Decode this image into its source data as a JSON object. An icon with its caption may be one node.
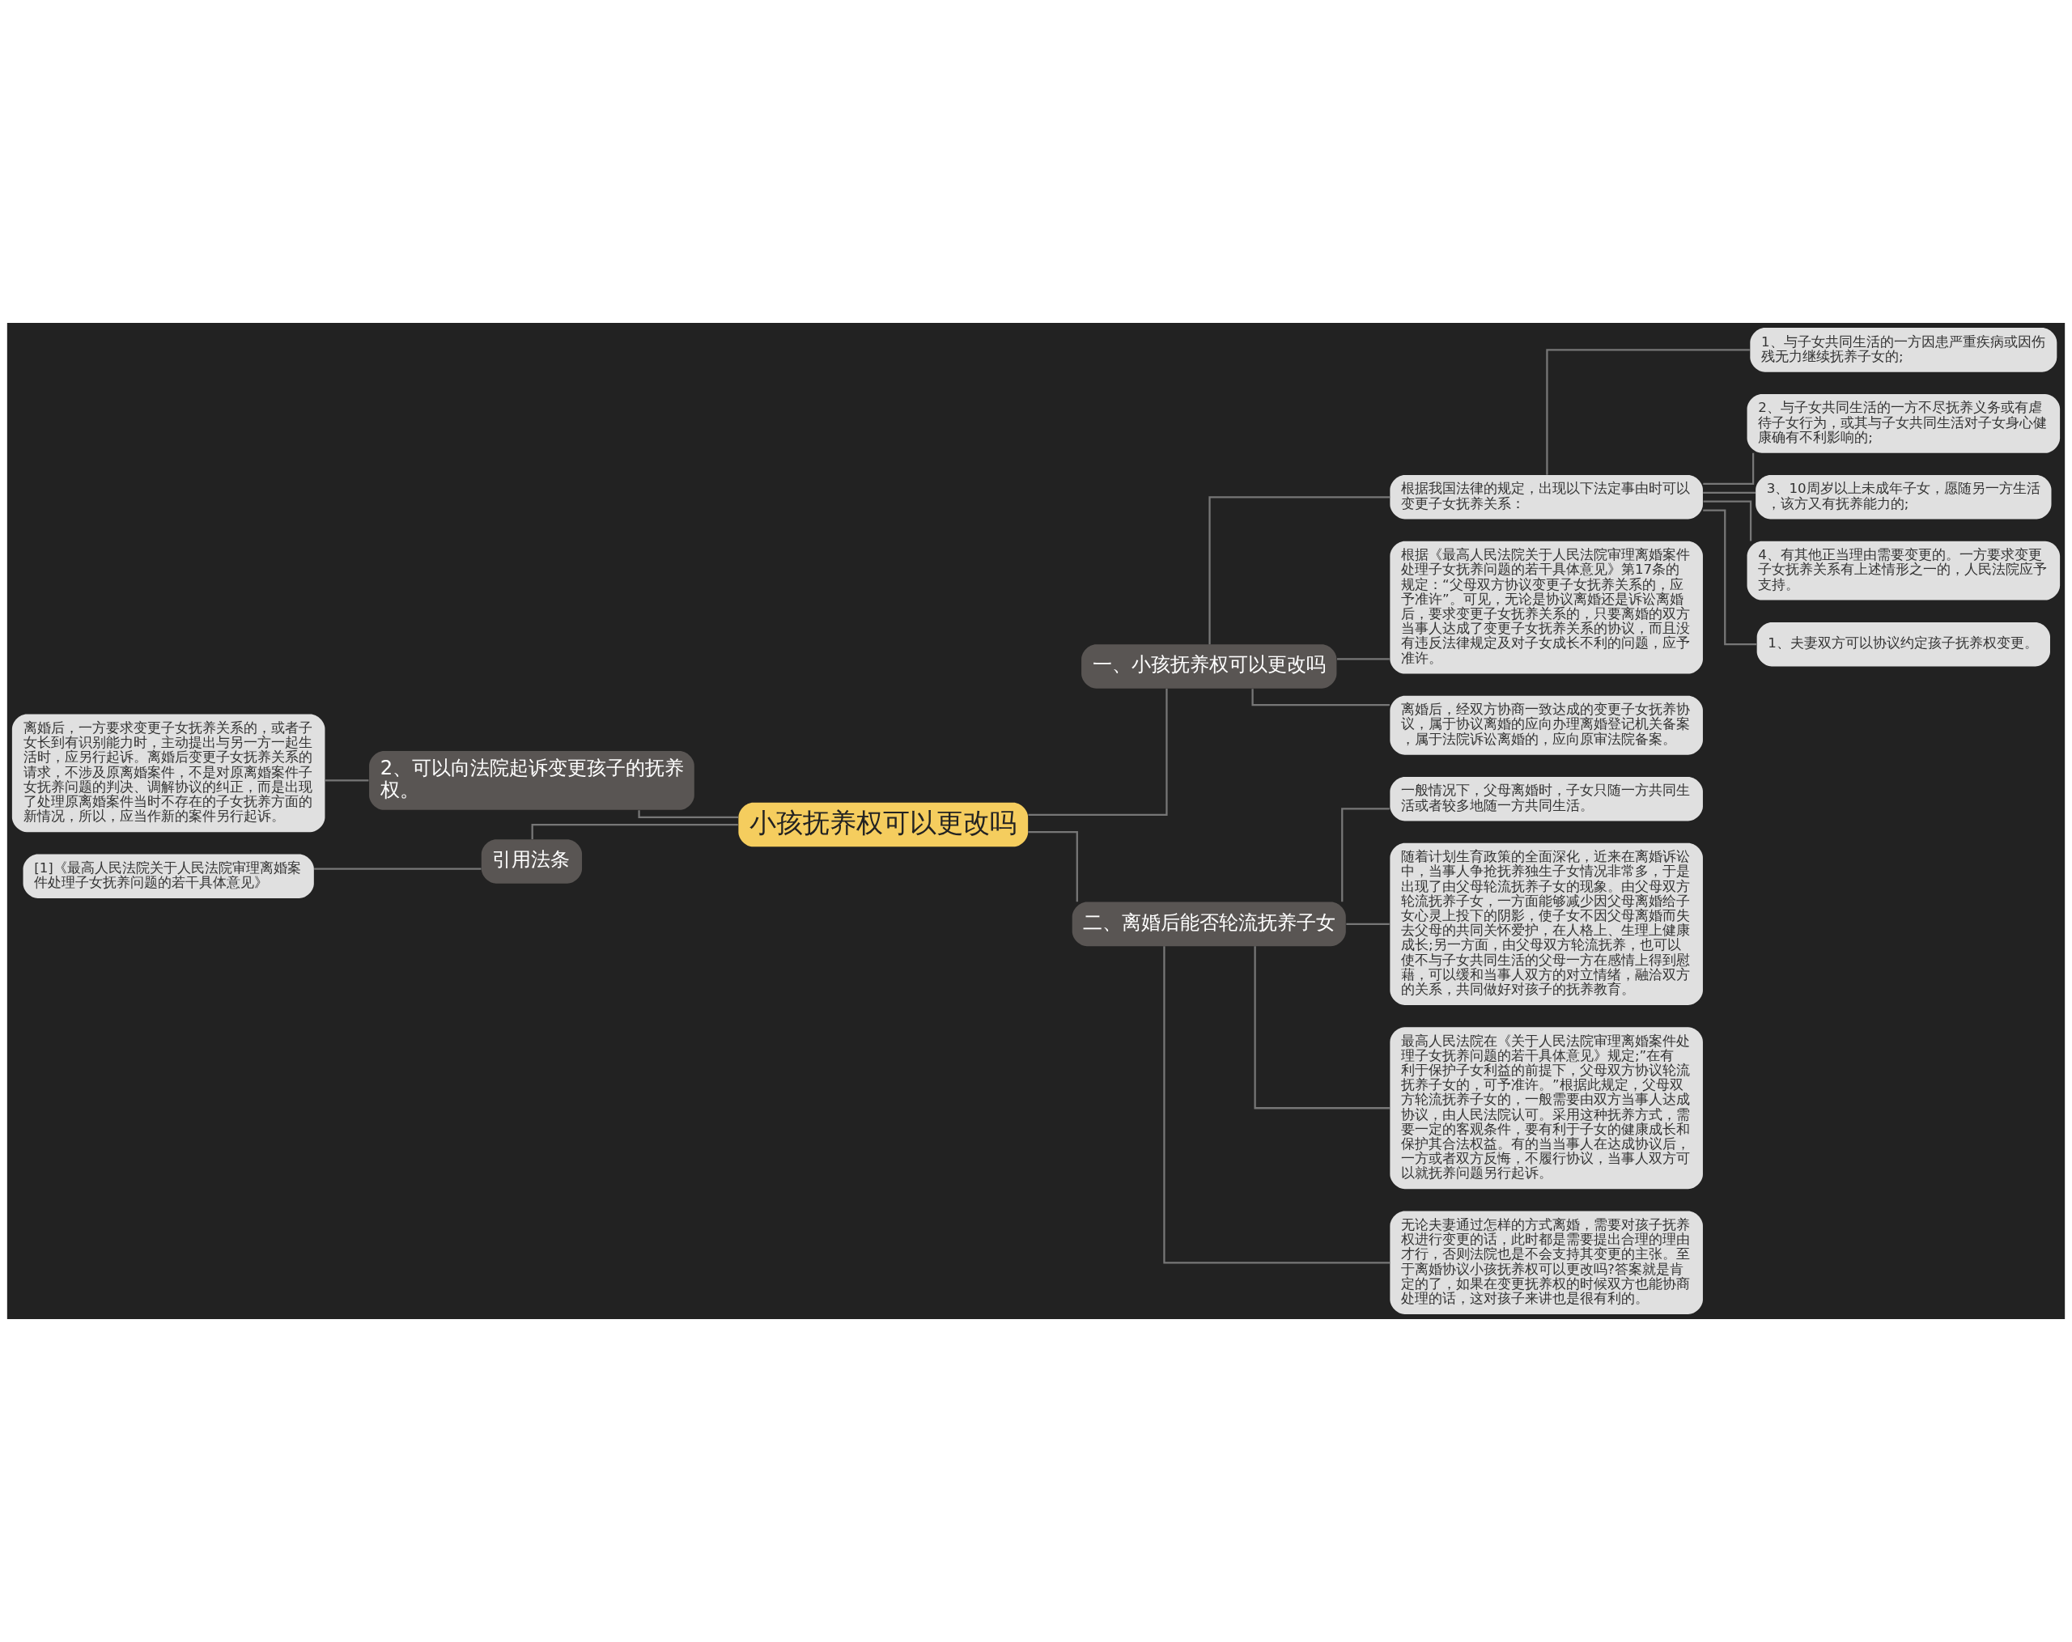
{
  "diagram": {
    "nodes": [
      {
        "text": [
          "小孩抚养权可以更改吗"
        ]
      },
      {
        "text": [
          "一、小孩抚养权可以更改吗"
        ]
      },
      {
        "text": [
          "根据我国法律的规定，出现以下法定事由时可以变更子女抚养关系："
        ]
      },
      {
        "text": [
          "1、与子女共同生活的一方因患严重疾病或因伤残无力继续抚养子女的;"
        ]
      },
      {
        "text": [
          "2、与子女共同生活的一方不尽抚养义务或有虐待子女行为，或其与子女共同生活对子女身心健康确有不利影响的;"
        ]
      },
      {
        "text": [
          "3、10周岁以上未成年子女，愿随另一方生活，该方又有抚养能力的;"
        ]
      },
      {
        "text": [
          "4、有其他正当理由需要变更的。一方要求变更子女抚养关系有上述情形之一的，人民法院应予支持。"
        ]
      },
      {
        "text": [
          "1、夫妻双方可以协议约定孩子抚养权变更。"
        ]
      },
      {
        "text": [
          "根据《最高人民法院关于人民法院审理离婚案件处理子女抚养问题的若干具体意见》第17条的规定：“父母双方协议变更子女抚养关系的，应予准许”。可见，无论是协议离婚还是诉讼离婚后，要求变更子女抚养关系的，只要离婚的双方当事人达成了变更子女抚养关系的协议，而且没有违反法律规定及对子女成长不利的问题，应予准许。"
        ]
      },
      {
        "text": [
          "离婚后，经双方协商一致达成的变更子女抚养协议，属于协议离婚的应向办理离婚登记机关备案，属于法院诉讼离婚的，应向原审法院备案。"
        ]
      },
      {
        "text": [
          "二、离婚后能否轮流抚养子女"
        ]
      },
      {
        "text": [
          "一般情况下，父母离婚时，子女只随一方共同生活或者较多地随一方共同生活。"
        ]
      },
      {
        "text": [
          "随着计划生育政策的全面深化，近来在离婚诉讼中，当事人争抢抚养独生子女情况非常多，于是出现了由父母轮流抚养子女的现象。由父母双方轮流抚养子女，一方面能够减少因父母离婚给子女心灵上投下的阴影，使子女不因父母离婚而失去父母的共同关怀爱护，在人格上、生理上健康成长;另一方面，由父母双方轮流抚养，也可以使不与子女共同生活的父母一方在感情上得到慰藉，可以缓和当事人双方的对立情绪，融洽双方的关系，共同做好对孩子的抚养教育。"
        ]
      },
      {
        "text": [
          "最高人民法院在《关于人民法院审理离婚案件处理子女抚养问题的若干具体意见》规定;”在有利于保护子女利益的前提下，父母双方协议轮流抚养子女的，可予准许。”根据此规定，父母双方轮流抚养子女的，一般需要由双方当事人达成协议，由人民法院认可。采用这种抚养方式，需要一定的客观条件，要有利于子女的健康成长和保护其合法权益。有的当当事人在达成协议后，一方或者双方反悔，不履行协议，当事人双方可以就抚养问题另行起诉。"
        ]
      },
      {
        "text": [
          "无论夫妻通过怎样的方式离婚，需要对孩子抚养权进行变更的话，此时都是需要提出合理的理由才行，否则法院也是不会支持其变更的主张。至于离婚协议小孩抚养权可以更改吗?答案就是肯定的了，如果在变更抚养权的时候双方也能协商处理的话，这对孩子来讲也是很有利的。"
        ]
      },
      {
        "text": [
          "2、可以向法院起诉变更孩子的抚养权。"
        ]
      },
      {
        "text": [
          "离婚后，一方要求变更子女抚养关系的，或者子女长到有识别能力时，主动提出与另一方一起生活时，应另行起诉。离婚后变更子女抚养关系的请求，不涉及原离婚案件，不是对原离婚案件子女抚养问题的判决、调解协议的纠正，而是出现了处理原离婚案件当时不存在的子女抚养方面的新情况，所以，应当作新的案件另行起诉。"
        ]
      },
      {
        "text": [
          "引用法条"
        ]
      },
      {
        "text": [
          "[1]《最高人民法院关于人民法院审理离婚案件处理子女抚养问题的若干具体意见》"
        ]
      }
    ],
    "edges": [
      {
        "from": 0,
        "to": 1,
        "arrow": "none"
      },
      {
        "from": 1,
        "to": 2,
        "arrow": "none"
      },
      {
        "from": 2,
        "to": 3,
        "arrow": "none"
      },
      {
        "from": 2,
        "to": 4,
        "arrow": "none"
      },
      {
        "from": 2,
        "to": 5,
        "arrow": "none"
      },
      {
        "from": 2,
        "to": 6,
        "arrow": "none"
      },
      {
        "from": 2,
        "to": 7,
        "arrow": "none"
      },
      {
        "from": 1,
        "to": 8,
        "arrow": "none"
      },
      {
        "from": 1,
        "to": 9,
        "arrow": "none"
      },
      {
        "from": 0,
        "to": 10,
        "arrow": "none"
      },
      {
        "from": 10,
        "to": 11,
        "arrow": "none"
      },
      {
        "from": 10,
        "to": 12,
        "arrow": "none"
      },
      {
        "from": 10,
        "to": 13,
        "arrow": "none"
      },
      {
        "from": 10,
        "to": 14,
        "arrow": "none"
      },
      {
        "from": 0,
        "to": 15,
        "arrow": "none"
      },
      {
        "from": 15,
        "to": 16,
        "arrow": "none"
      },
      {
        "from": 0,
        "to": 17,
        "arrow": "none"
      },
      {
        "from": 17,
        "to": 18,
        "arrow": "none"
      }
    ]
  }
}
